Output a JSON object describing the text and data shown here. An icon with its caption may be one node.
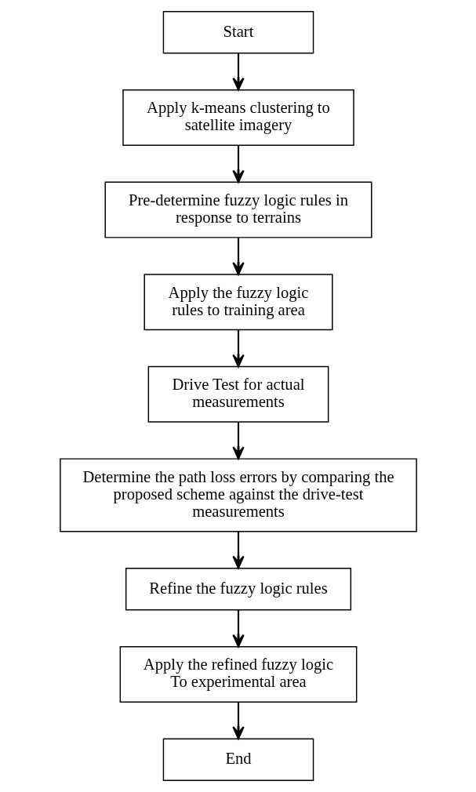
{
  "diagram": {
    "nodes": [
      {
        "text": [
          "Start"
        ]
      },
      {
        "text": [
          "Apply k-means clustering to satellite imagery"
        ]
      },
      {
        "text": [
          "Pre-determine fuzzy logic rules in response to terrains"
        ]
      },
      {
        "text": [
          "Apply the fuzzy logic rules to training area"
        ]
      },
      {
        "text": [
          "Drive Test for actual measurements"
        ]
      },
      {
        "text": [
          "Determine the path loss errors by comparing the proposed scheme against the drive-test measurements"
        ]
      },
      {
        "text": [
          "Refine the fuzzy logic rules"
        ]
      },
      {
        "text": [
          "Apply the refined fuzzy logic To experimental area"
        ]
      },
      {
        "text": [
          "End"
        ]
      }
    ],
    "edges": [
      {
        "from": 0,
        "to": 1,
        "arrow": "to"
      },
      {
        "from": 1,
        "to": 2,
        "arrow": "to"
      },
      {
        "from": 2,
        "to": 3,
        "arrow": "to"
      },
      {
        "from": 3,
        "to": 4,
        "arrow": "to"
      },
      {
        "from": 4,
        "to": 5,
        "arrow": "to"
      },
      {
        "from": 5,
        "to": 6,
        "arrow": "to"
      },
      {
        "from": 6,
        "to": 7,
        "arrow": "to"
      },
      {
        "from": 7,
        "to": 8,
        "arrow": "to"
      }
    ]
  }
}
